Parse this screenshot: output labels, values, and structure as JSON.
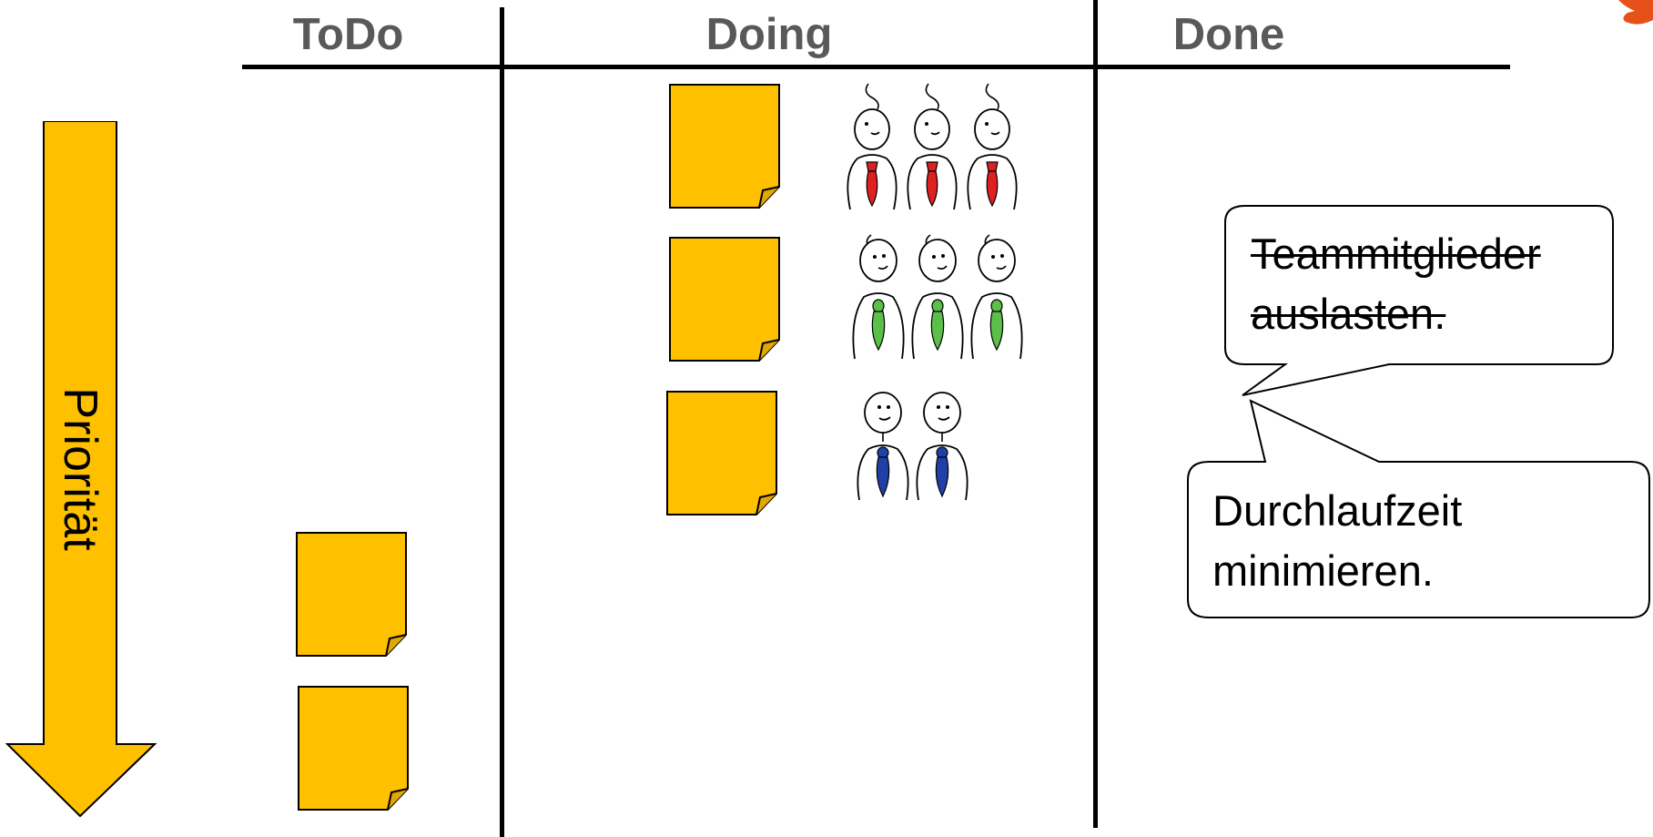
{
  "board": {
    "columns": [
      {
        "id": "todo",
        "title": "ToDo"
      },
      {
        "id": "doing",
        "title": "Doing"
      },
      {
        "id": "done",
        "title": "Done"
      }
    ]
  },
  "priority": {
    "label": "Priorität"
  },
  "notes": {
    "fill": "#FFC000",
    "stroke": "#000000",
    "doing_count": 3,
    "todo_count": 2
  },
  "teams": [
    {
      "tie_color": "#E02020",
      "members": 3
    },
    {
      "tie_color": "#5CBF4A",
      "members": 3
    },
    {
      "tie_color": "#2040A8",
      "members": 2
    }
  ],
  "bubbles": [
    {
      "text_line1": "Teammitglieder",
      "text_line2": "auslasten.",
      "struck_through": true
    },
    {
      "text_line1": "Durchlaufzeit",
      "text_line2": "minimieren.",
      "struck_through": false
    }
  ],
  "colors": {
    "header_text": "#595959",
    "arrow_fill": "#FFC000",
    "logo": "#E8501A"
  }
}
